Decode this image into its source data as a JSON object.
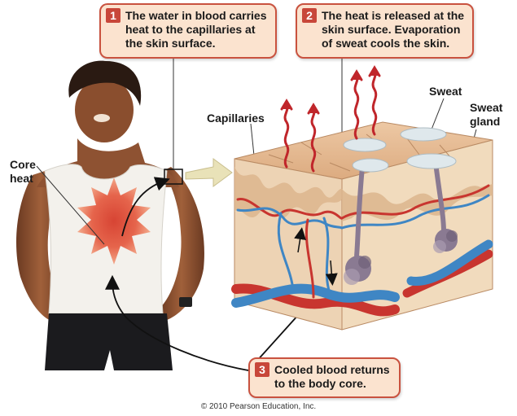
{
  "callouts": [
    {
      "number": "1",
      "text": "The water in blood carries heat to the capillaries at the skin surface."
    },
    {
      "number": "2",
      "text": "The heat is released at the skin surface. Evaporation of sweat cools the skin."
    },
    {
      "number": "3",
      "text": "Cooled blood returns to the body core."
    }
  ],
  "labels": {
    "core_heat": "Core heat",
    "capillaries": "Capillaries",
    "sweat": "Sweat",
    "sweat_gland": "Sweat gland"
  },
  "copyright": "© 2010 Pearson Education, Inc.",
  "colors": {
    "callout_fill": "#fbe3cf",
    "callout_border": "#c9523f",
    "number_badge": "#c8473a",
    "heat_wave": "#c0262b",
    "artery": "#c8352f",
    "vein": "#3f86c4",
    "skin": "#e9c29b",
    "sweat": "#dfe8ec",
    "gland": "#8a7a92"
  },
  "icons": [
    "heat-wave-icon",
    "arrow-icon"
  ]
}
